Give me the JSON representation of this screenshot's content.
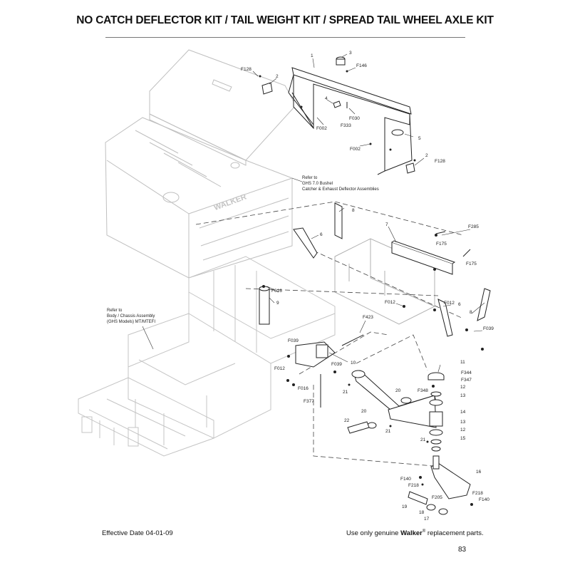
{
  "title": "NO CATCH DEFLECTOR KIT / TAIL WEIGHT KIT / SPREAD TAIL WHEEL AXLE KIT",
  "brand_logo": "WALKER",
  "notes": {
    "ghs_ref": [
      "Refer to",
      "GHS 7.0 Bushel",
      "Catcher & Exhaust Deflector Assemblies"
    ],
    "body_ref": [
      "Refer to",
      "Body / Chassis Assembly",
      "(GHS Models) MT/MTEFI"
    ]
  },
  "callouts": {
    "c_1": "1",
    "c_3": "3",
    "c_2a": "2",
    "c_F128a": "F128",
    "c_F146": "F146",
    "c_4": "4",
    "c_F030": "F030",
    "c_F333": "F333",
    "c_F002a": "F002",
    "c_5": "5",
    "c_F002b": "F002",
    "c_2b": "2",
    "c_F128b": "F128",
    "c_8a": "8",
    "c_6a": "6",
    "c_7": "7",
    "c_F285": "F285",
    "c_F175a": "F175",
    "c_F175b": "F175",
    "c_F016a": "F016",
    "c_9": "9",
    "c_F012a": "F012",
    "c_F012b": "F012",
    "c_6b": "6",
    "c_8b": "8",
    "c_F039a": "F039",
    "c_F423": "F423",
    "c_F039b": "F039",
    "c_F012c": "F012",
    "c_F039c": "F039",
    "c_10": "10",
    "c_F016b": "F016",
    "c_F377": "F377",
    "c_21a": "21",
    "c_20a": "20",
    "c_11": "11",
    "c_F344": "F344",
    "c_F347": "F347",
    "c_F348": "F348",
    "c_12a": "12",
    "c_13a": "13",
    "c_22": "22",
    "c_20b": "20",
    "c_21b": "21",
    "c_21c": "21",
    "c_14": "14",
    "c_13b": "13",
    "c_12b": "12",
    "c_15": "15",
    "c_16": "16",
    "c_F140a": "F140",
    "c_F218a": "F218",
    "c_F218b": "F218",
    "c_F140b": "F140",
    "c_F205": "F205",
    "c_19": "19",
    "c_18": "18",
    "c_17": "17"
  },
  "footer": {
    "effective_date": "Effective Date 04-01-09",
    "replacement_pre": "Use only genuine ",
    "replacement_brand": "Walker",
    "replacement_reg": "®",
    "replacement_post": " replacement parts.",
    "page_number": "83"
  }
}
